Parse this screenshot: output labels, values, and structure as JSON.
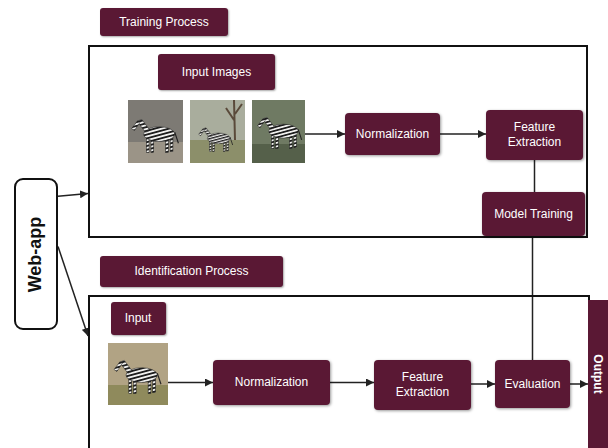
{
  "diagram": {
    "nodes": [
      {
        "text": [
          "Web-app"
        ]
      },
      {
        "text": [
          "Training Process"
        ]
      },
      {
        "text": [
          "Input Images"
        ],
        "in": 1
      },
      {
        "text": [
          "Normalization"
        ],
        "in": 1
      },
      {
        "text": [
          "Feature Extraction"
        ],
        "in": 1
      },
      {
        "text": [
          "Model Training"
        ],
        "in": 1
      },
      {
        "text": [
          "Identification Process"
        ]
      },
      {
        "text": [
          "Input"
        ],
        "in": 6
      },
      {
        "text": [
          "Normalization"
        ],
        "in": 6
      },
      {
        "text": [
          "Feature Extraction"
        ],
        "in": 6
      },
      {
        "text": [
          "Evaluation"
        ],
        "in": 6
      },
      {
        "text": [
          "Output"
        ]
      }
    ],
    "edges": [
      {
        "from": 0,
        "to": 1,
        "arrow": "to"
      },
      {
        "from": 0,
        "to": 6,
        "arrow": "to"
      },
      {
        "from": 2,
        "to": 3,
        "arrow": "to"
      },
      {
        "from": 3,
        "to": 4,
        "arrow": "to"
      },
      {
        "from": 4,
        "to": 5,
        "arrow": "none"
      },
      {
        "from": 5,
        "to": 10,
        "arrow": "none"
      },
      {
        "from": 7,
        "to": 8,
        "arrow": "to"
      },
      {
        "from": 8,
        "to": 9,
        "arrow": "to"
      },
      {
        "from": 9,
        "to": 10,
        "arrow": "to"
      },
      {
        "from": 10,
        "to": 11,
        "arrow": "to"
      }
    ]
  }
}
